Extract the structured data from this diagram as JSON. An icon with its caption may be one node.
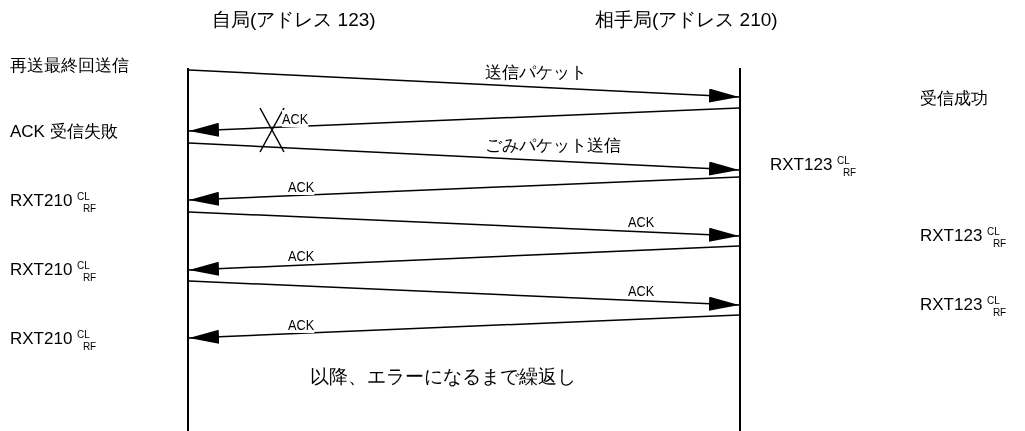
{
  "diagram": {
    "nodes": [
      {
        "text": [
          "自局(アドレス 123)"
        ]
      },
      {
        "text": [
          "相手局(アドレス 210)"
        ]
      }
    ],
    "edges": [
      {
        "from": 0,
        "to": 1,
        "arrow": "to",
        "label": "送信パケット"
      },
      {
        "from": 1,
        "to": 0,
        "arrow": "to",
        "label": "ACK"
      },
      {
        "from": 0,
        "to": 1,
        "arrow": "to",
        "label": "ごみパケット送信"
      },
      {
        "from": 1,
        "to": 0,
        "arrow": "to",
        "label": "ACK"
      },
      {
        "from": 0,
        "to": 1,
        "arrow": "to",
        "label": "ACK"
      },
      {
        "from": 1,
        "to": 0,
        "arrow": "to",
        "label": "ACK"
      },
      {
        "from": 0,
        "to": 1,
        "arrow": "to",
        "label": "ACK"
      },
      {
        "from": 1,
        "to": 0,
        "arrow": "to",
        "label": "ACK"
      }
    ],
    "labels": [
      "再送最終回送信",
      "受信成功",
      "ACK 受信失敗",
      "RXT123 $^{CL}$$_{RF}$",
      "RXT210 $^{CL}$$_{RF}$",
      "RXT123 $^{CL}$$_{RF}$",
      "RXT210 $^{CL}$$_{RF}$",
      "RXT123 $^{CL}$$_{RF}$",
      "RXT210 $^{CL}$$_{RF}$",
      "以降、エラーになるまで繰返し"
    ]
  }
}
